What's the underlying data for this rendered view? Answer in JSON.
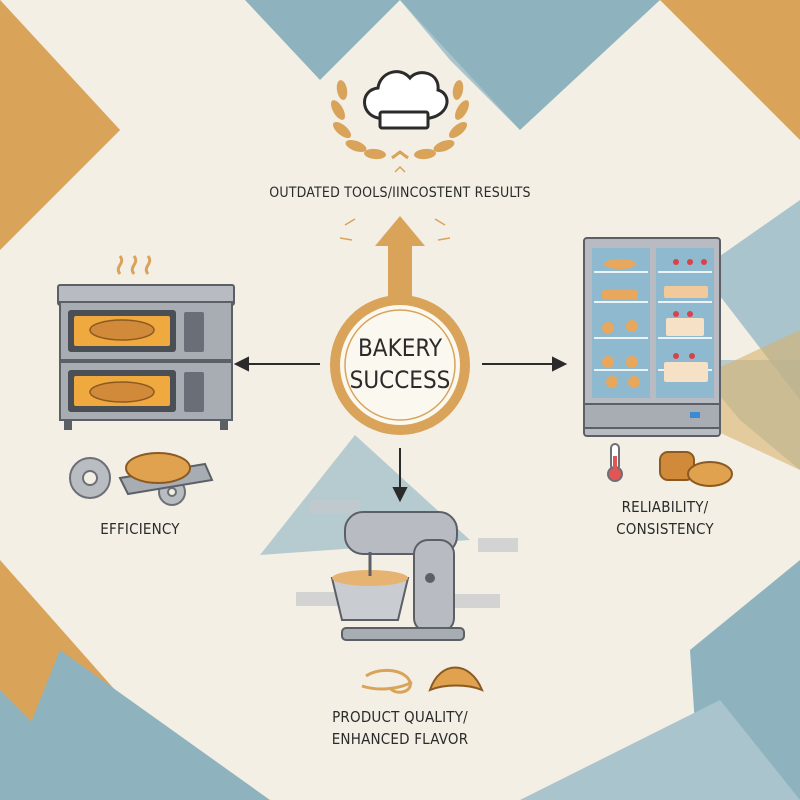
{
  "center": {
    "line1": "BAKERY",
    "line2": "SUCCESS"
  },
  "nodes": {
    "top": {
      "label": "OUTDATED TOOLS/IINCOSTENT RESULTS"
    },
    "left": {
      "label": "EFFICIENCY"
    },
    "right": {
      "line1": "RELIABILITY/",
      "line2": "CONSISTENCY"
    },
    "bottom": {
      "line1": "PRODUCT QUALITY/",
      "line2": "ENHANCED FLAVOR"
    }
  },
  "icons": {
    "top": [
      "laurel-wreath-icon",
      "chef-hat-icon"
    ],
    "left": [
      "double-deck-oven-icon",
      "steam-icon",
      "gears-icon",
      "bread-tray-icon"
    ],
    "right": [
      "display-fridge-icon",
      "thermometer-icon",
      "bread-loaves-icon"
    ],
    "bottom": [
      "stand-mixer-icon",
      "swirl-icon",
      "croissant-icon"
    ]
  },
  "colors": {
    "background": "#f3efe4",
    "gold": "#d9a35a",
    "teal": "#8fb3be",
    "ring": "#d9aa62",
    "text": "#2b2b2b"
  }
}
